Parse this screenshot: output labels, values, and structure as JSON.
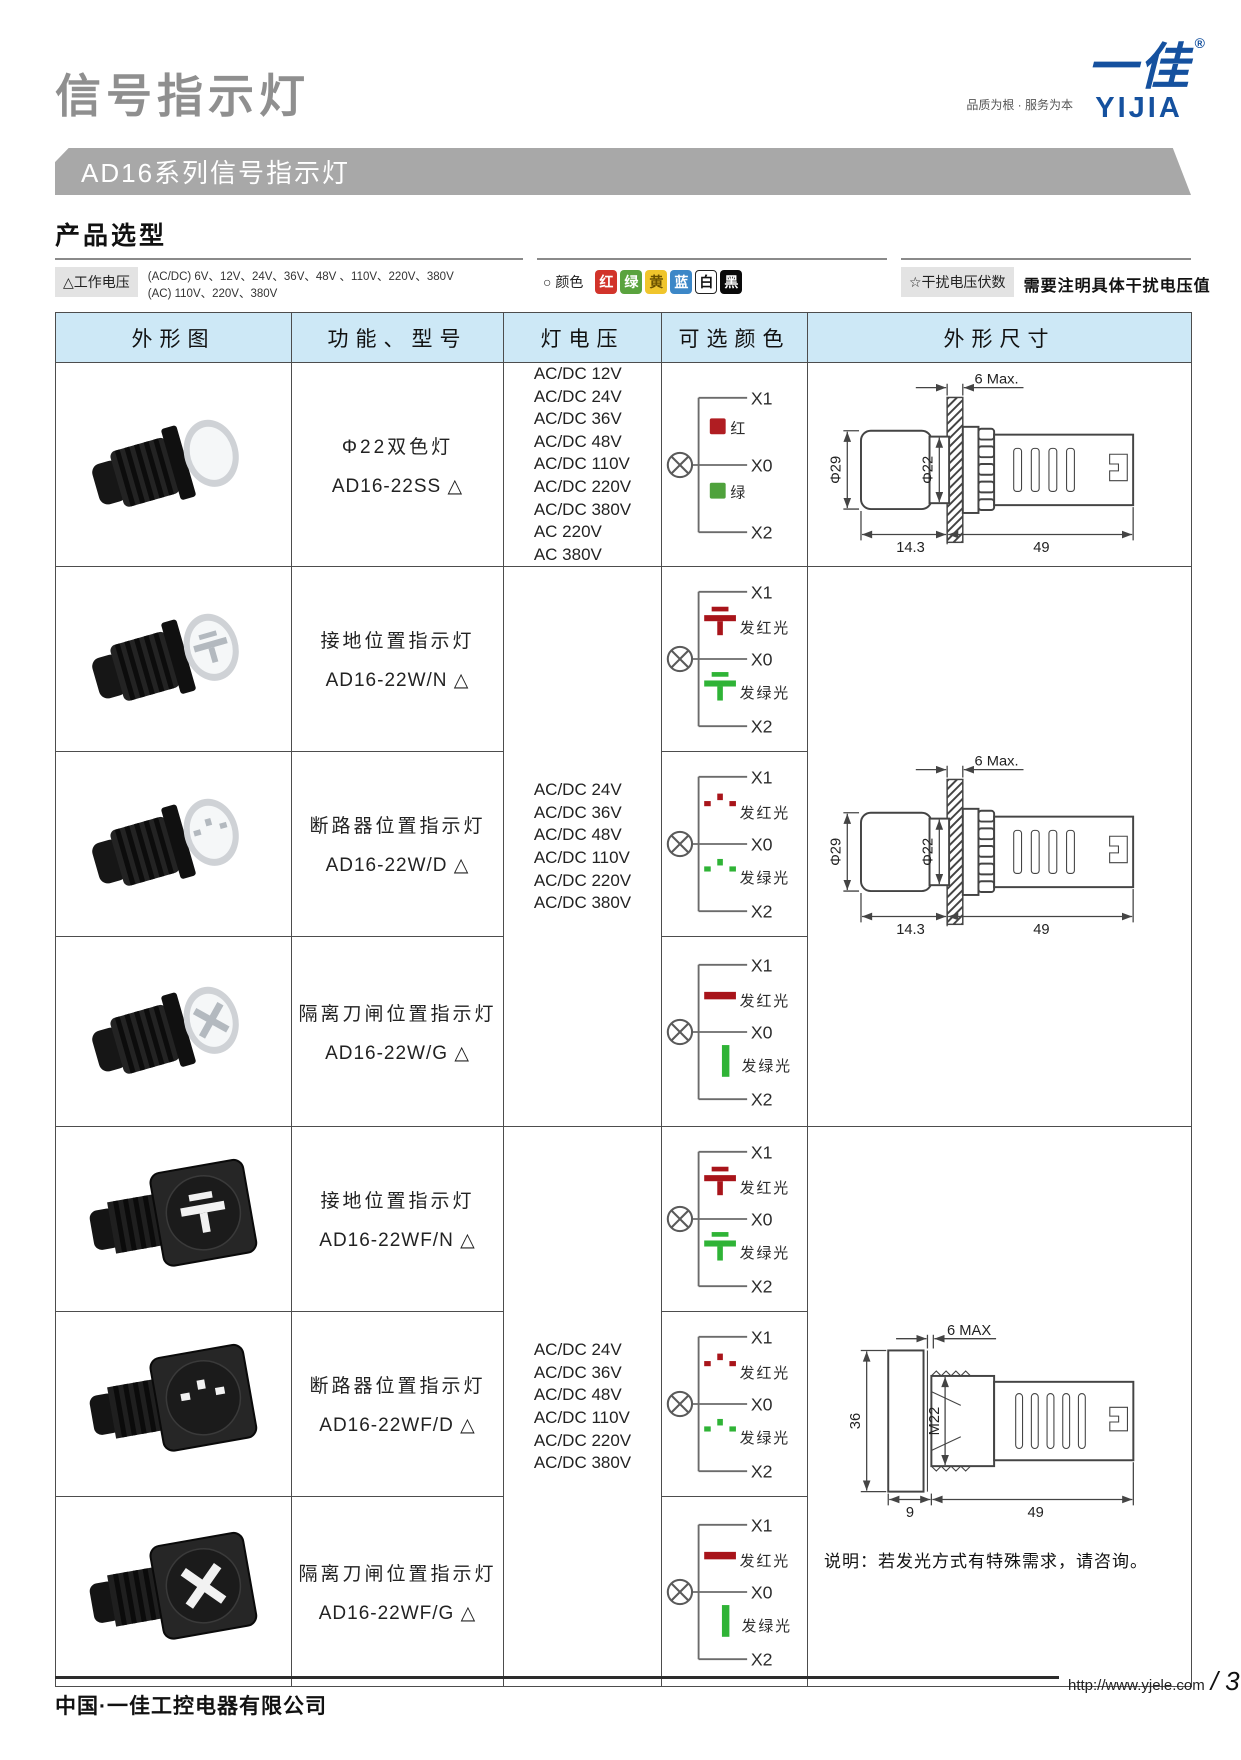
{
  "page": {
    "title": "信号指示灯",
    "banner": "AD16系列信号指示灯",
    "section_title": "产品选型"
  },
  "brand": {
    "logo_cn": "一佳",
    "logo_en": "YIJIA",
    "reg_mark": "®",
    "slogan": "品质为根 · 服务为本"
  },
  "legend": {
    "voltage": {
      "label": "△工作电压",
      "line1": "(AC/DC) 6V、12V、24V、36V、48V 、110V、220V、380V",
      "line2": "(AC) 110V、220V、380V"
    },
    "color": {
      "label": "○ 颜色",
      "chips": [
        {
          "label": "红",
          "bg": "#d2342b",
          "fg": "#ffffff"
        },
        {
          "label": "绿",
          "bg": "#5aa33e",
          "fg": "#ffffff"
        },
        {
          "label": "黄",
          "bg": "#f0c52c",
          "fg": "#6b5200"
        },
        {
          "label": "蓝",
          "bg": "#3c87c7",
          "fg": "#ffffff"
        },
        {
          "label": "白",
          "bg": "#ffffff",
          "fg": "#111111"
        },
        {
          "label": "黑",
          "bg": "#0a0a0a",
          "fg": "#ffffff"
        }
      ]
    },
    "interference": {
      "label": "☆干扰电压伏数",
      "text": "需要注明具体干扰电压值"
    }
  },
  "table": {
    "headers": [
      "外形图",
      "功能、型号",
      "灯电压",
      "可选颜色",
      "外形尺寸"
    ],
    "rows": [
      {
        "function": "Φ22双色灯",
        "model": "AD16-22SS △"
      },
      {
        "function": "接地位置指示灯",
        "model": "AD16-22W/N △"
      },
      {
        "function": "断路器位置指示灯",
        "model": "AD16-22W/D △"
      },
      {
        "function": "隔离刀闸位置指示灯",
        "model": "AD16-22W/G △"
      },
      {
        "function": "接地位置指示灯",
        "model": "AD16-22WF/N △"
      },
      {
        "function": "断路器位置指示灯",
        "model": "AD16-22WF/D △"
      },
      {
        "function": "隔离刀闸位置指示灯",
        "model": "AD16-22WF/G △"
      }
    ],
    "voltages_row1": [
      "AC/DC 12V",
      "AC/DC 24V",
      "AC/DC 36V",
      "AC/DC 48V",
      "AC/DC 110V",
      "AC/DC 220V",
      "AC/DC 380V",
      "AC 220V",
      "AC 380V"
    ],
    "voltages_shared": [
      "AC/DC 24V",
      "AC/DC 36V",
      "AC/DC 48V",
      "AC/DC 110V",
      "AC/DC 220V",
      "AC/DC 380V"
    ]
  },
  "circuit": {
    "x1": "X1",
    "x0": "X0",
    "x2": "X2",
    "red_small": "红",
    "green_small": "绿",
    "red_text": "发红光",
    "green_text": "发绿光"
  },
  "dim_round": {
    "top": "6 Max.",
    "outer": "Φ29",
    "inner": "Φ22",
    "front": "14.3",
    "body": "49"
  },
  "dim_square": {
    "top": "6 MAX",
    "face": "36",
    "thread": "M22",
    "front": "9",
    "body": "49"
  },
  "note": "说明：若发光方式有特殊需求，请咨询。",
  "footer": {
    "company": "中国·一佳工控电器有限公司",
    "url": "http://www.yjele.com",
    "page": "/ 3"
  },
  "colors": {
    "logo_blue": "#15519f",
    "symbol_red": "#a8141a",
    "symbol_green": "#2fb336",
    "square_red": "#b01d22",
    "square_green": "#4fa23c",
    "header_blue": "#cde8f6"
  }
}
